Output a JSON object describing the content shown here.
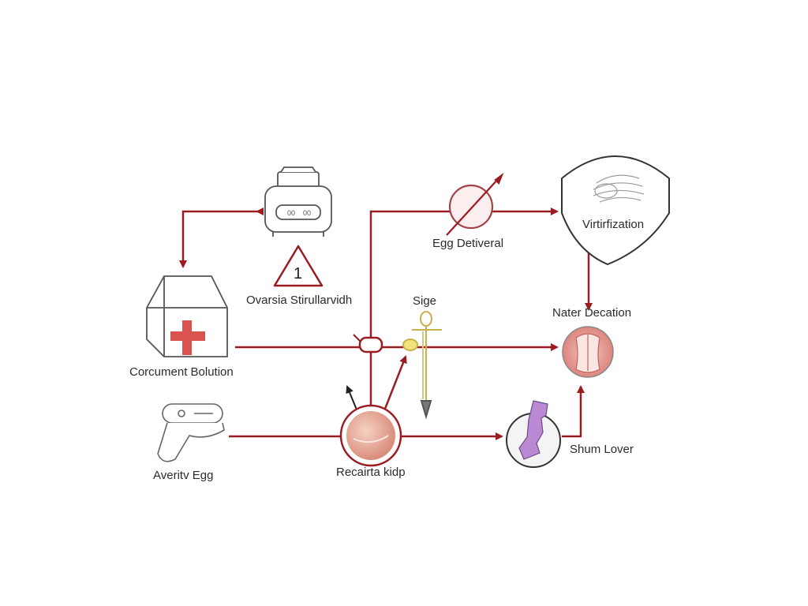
{
  "diagram": {
    "colors": {
      "flow_line": "#9a1b22",
      "outline": "#555555",
      "cross": "#d9534f",
      "egg": "#e8a393",
      "purple": "#b98ad3",
      "gold": "#c9b04a"
    },
    "nodes": {
      "egg_deliveral": "Egg Detiveral",
      "vitrification": "Virtirfization",
      "ovarian_stimulation": "Ovarsia Stirullarvidh",
      "ovarian_step_number": "1",
      "signe": "Sige",
      "nater_decation": "Nater Decation",
      "document_solution": "Corcument Bolution",
      "recipient_kidp": "Recairta kidp",
      "averity_egg": "Averitv Egg",
      "shum_lover": "Shum Lover"
    },
    "icons": {
      "incubator": "incubator-machine-icon",
      "egg_tool": "circled-needle-icon",
      "shield": "vitrification-shield-icon",
      "warning": "warning-triangle-icon",
      "medical_box": "medical-box-icon",
      "pipette": "pipette-tool-icon",
      "embryo": "embryo-cell-icon",
      "glove": "glove-icon",
      "transfer": "purple-transfer-icon",
      "uterus": "uterus-icon"
    }
  }
}
